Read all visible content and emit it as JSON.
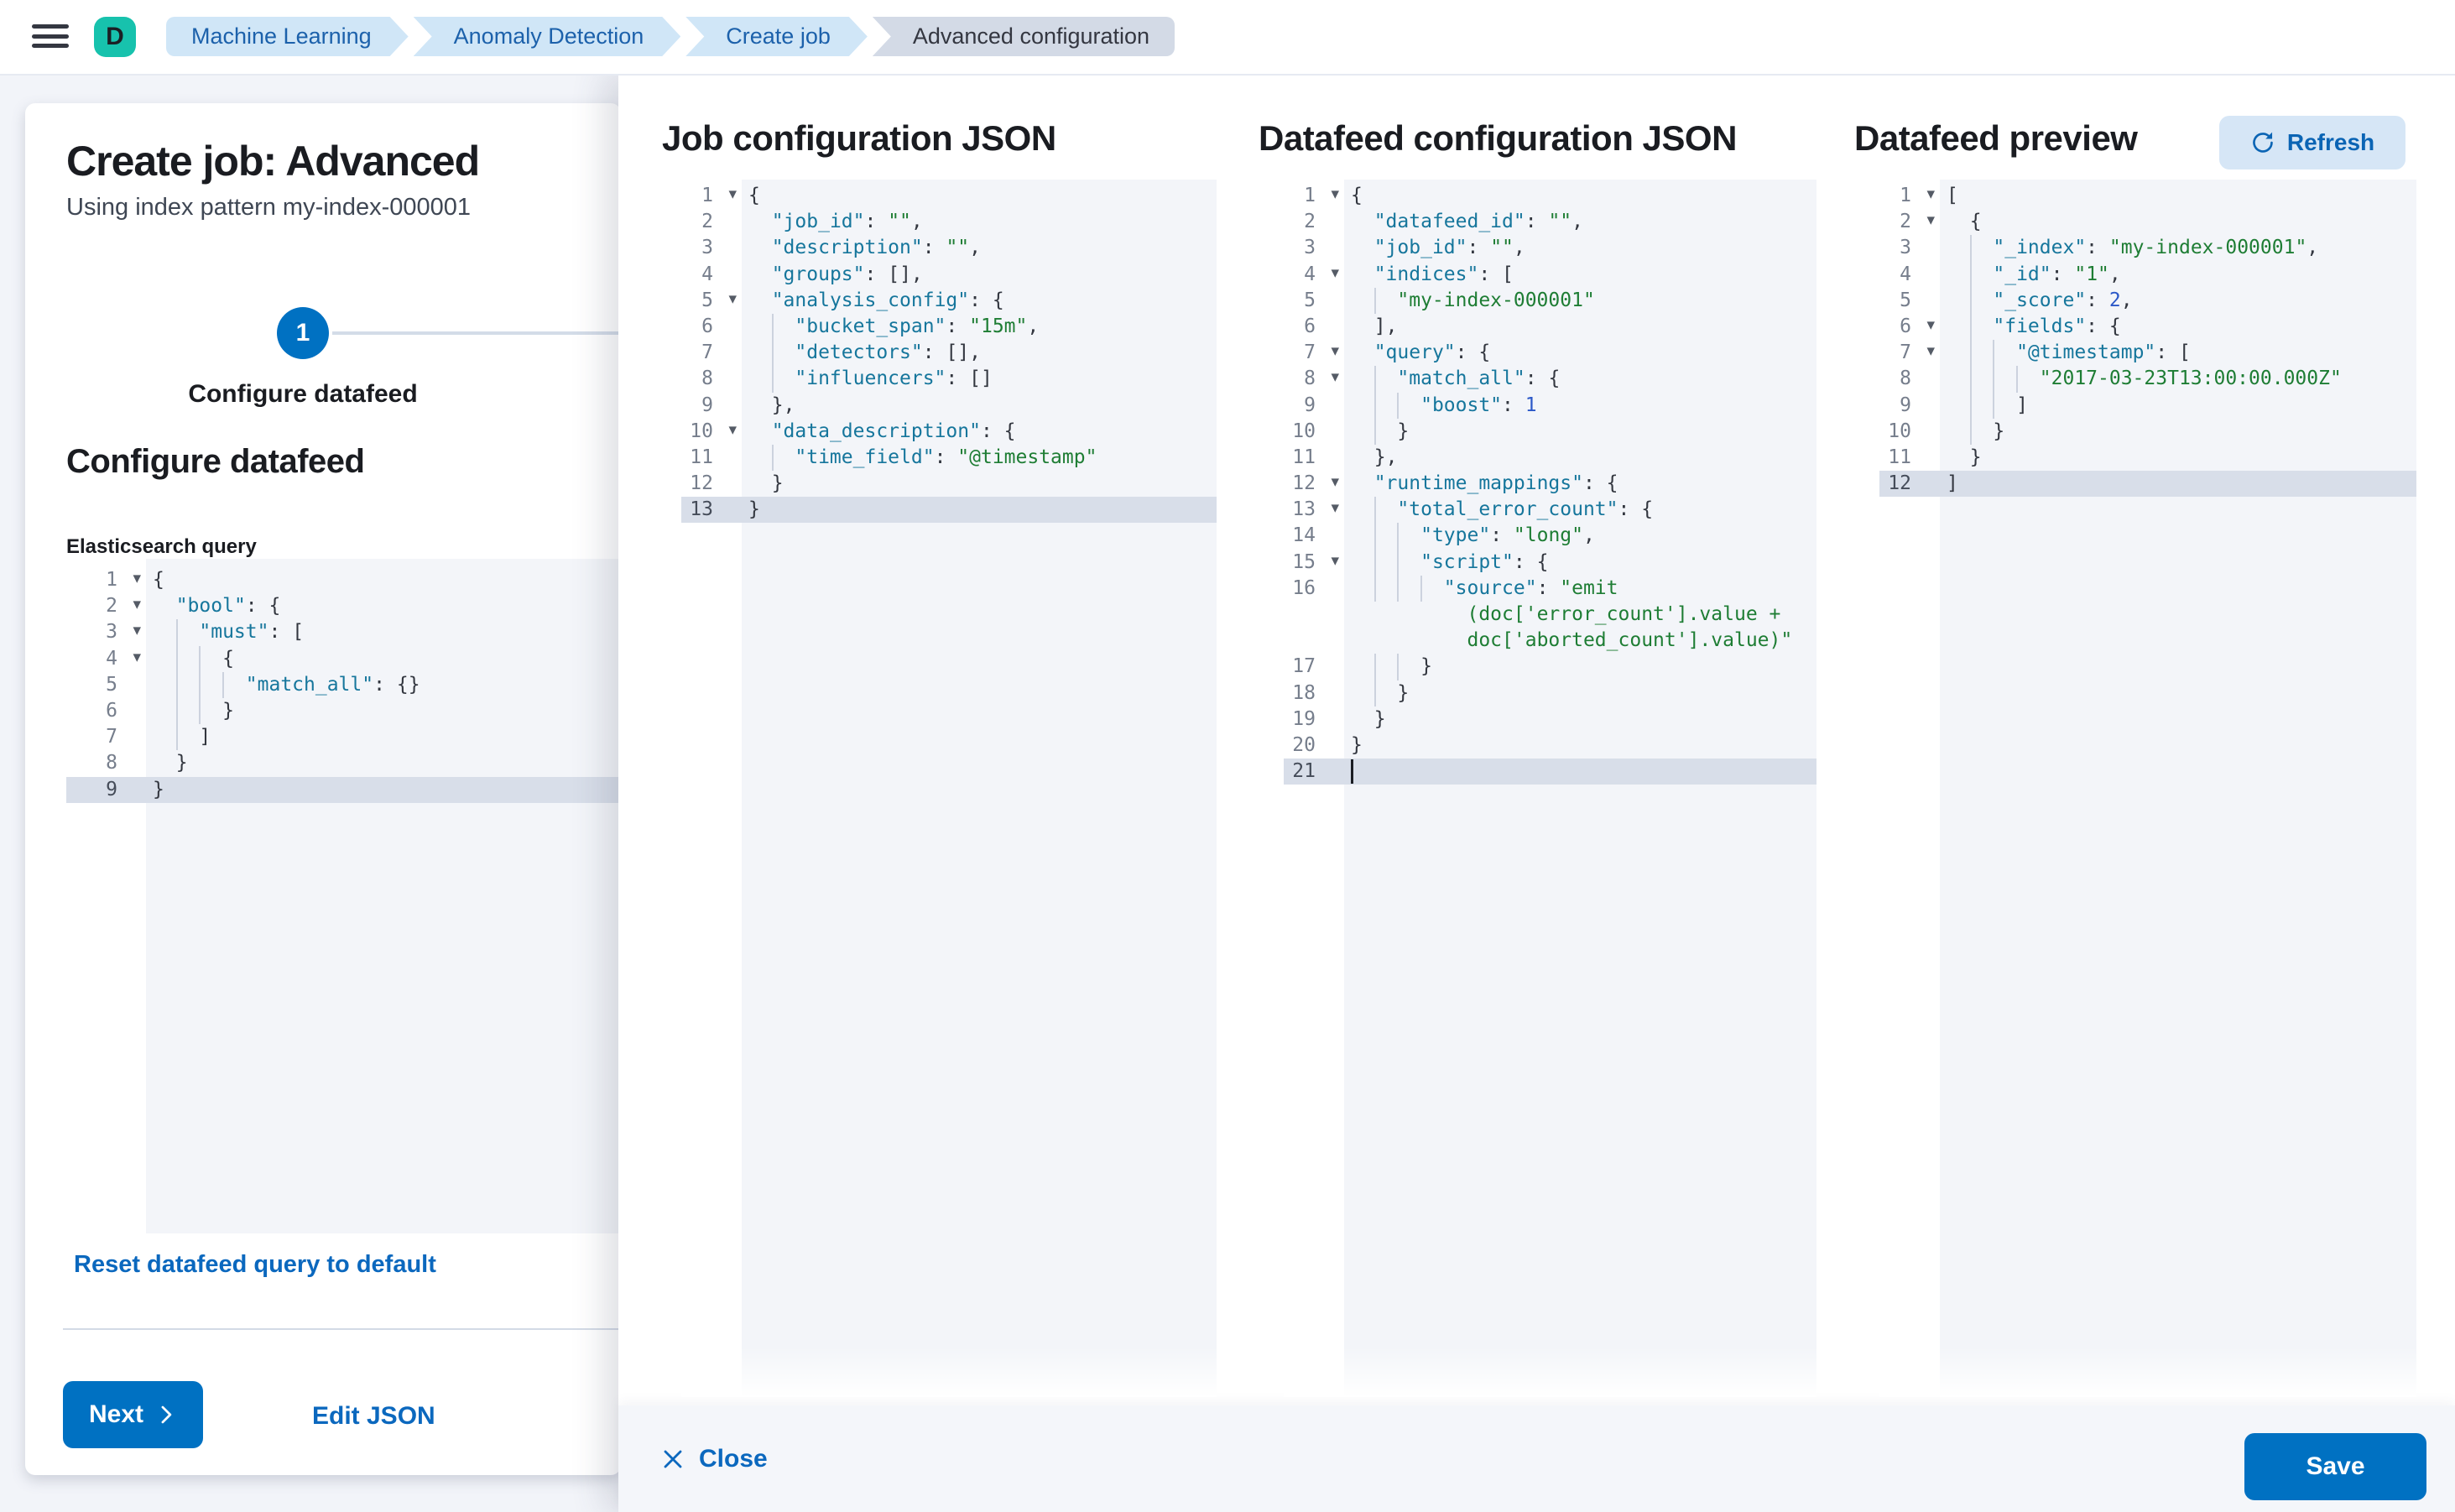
{
  "colors": {
    "primary": "#0071c2",
    "link": "#0b68be",
    "key": "#16769c",
    "string": "#1e7d34",
    "number": "#2b58c8",
    "punct": "#32363f",
    "editor_bg": "#f3f5f9",
    "gutter_bg": "#ffffff",
    "active_line": "#d8dee9",
    "guide": "#ccd2de",
    "breadcrumb_bg": "#d0e6f7",
    "breadcrumb_text": "#1c61ab",
    "breadcrumb_last_bg": "#d3dae6",
    "breadcrumb_last_text": "#343741",
    "avatar_bg": "#17c2ad",
    "refresh_bg": "#d6e6f6"
  },
  "header": {
    "avatar_initial": "D",
    "breadcrumbs": [
      {
        "label": "Machine Learning",
        "current": false
      },
      {
        "label": "Anomaly Detection",
        "current": false
      },
      {
        "label": "Create job",
        "current": false
      },
      {
        "label": "Advanced configuration",
        "current": true
      }
    ]
  },
  "wizard": {
    "title": "Create job: Advanced",
    "subtitle": "Using index pattern my-index-000001",
    "step_number": "1",
    "step_label": "Configure datafeed",
    "section_title": "Configure datafeed",
    "query_label": "Elasticsearch query",
    "reset_link": "Reset datafeed query to default",
    "next_label": "Next",
    "edit_json_label": "Edit JSON"
  },
  "flyout": {
    "job_title": "Job configuration JSON",
    "datafeed_title": "Datafeed configuration JSON",
    "preview_title": "Datafeed preview",
    "refresh_label": "Refresh",
    "close_label": "Close",
    "save_label": "Save"
  },
  "editors": {
    "es_query": {
      "lines": [
        {
          "n": 1,
          "f": 1,
          "t": "{"
        },
        {
          "n": 2,
          "f": 1,
          "t": "  \"bool\": {"
        },
        {
          "n": 3,
          "f": 1,
          "t": "    \"must\": ["
        },
        {
          "n": 4,
          "f": 1,
          "t": "      {"
        },
        {
          "n": 5,
          "t": "        \"match_all\": {}"
        },
        {
          "n": 6,
          "t": "      }"
        },
        {
          "n": 7,
          "t": "    ]"
        },
        {
          "n": 8,
          "t": "  }"
        },
        {
          "n": 9,
          "h": 1,
          "t": "}"
        }
      ]
    },
    "job": {
      "lines": [
        {
          "n": 1,
          "f": 1,
          "t": "{"
        },
        {
          "n": 2,
          "t": "  \"job_id\": \"\","
        },
        {
          "n": 3,
          "t": "  \"description\": \"\","
        },
        {
          "n": 4,
          "t": "  \"groups\": [],"
        },
        {
          "n": 5,
          "f": 1,
          "t": "  \"analysis_config\": {"
        },
        {
          "n": 6,
          "t": "    \"bucket_span\": \"15m\","
        },
        {
          "n": 7,
          "t": "    \"detectors\": [],"
        },
        {
          "n": 8,
          "t": "    \"influencers\": []"
        },
        {
          "n": 9,
          "t": "  },"
        },
        {
          "n": 10,
          "f": 1,
          "t": "  \"data_description\": {"
        },
        {
          "n": 11,
          "t": "    \"time_field\": \"@timestamp\""
        },
        {
          "n": 12,
          "t": "  }"
        },
        {
          "n": 13,
          "h": 1,
          "t": "}"
        }
      ]
    },
    "datafeed": {
      "lines": [
        {
          "n": 1,
          "f": 1,
          "t": "{"
        },
        {
          "n": 2,
          "t": "  \"datafeed_id\": \"\","
        },
        {
          "n": 3,
          "t": "  \"job_id\": \"\","
        },
        {
          "n": 4,
          "f": 1,
          "t": "  \"indices\": ["
        },
        {
          "n": 5,
          "t": "    \"my-index-000001\""
        },
        {
          "n": 6,
          "t": "  ],"
        },
        {
          "n": 7,
          "f": 1,
          "t": "  \"query\": {"
        },
        {
          "n": 8,
          "f": 1,
          "t": "    \"match_all\": {"
        },
        {
          "n": 9,
          "t": "      \"boost\": 1"
        },
        {
          "n": 10,
          "t": "    }"
        },
        {
          "n": 11,
          "t": "  },"
        },
        {
          "n": 12,
          "f": 1,
          "t": "  \"runtime_mappings\": {"
        },
        {
          "n": 13,
          "f": 1,
          "t": "    \"total_error_count\": {"
        },
        {
          "n": 14,
          "t": "      \"type\": \"long\","
        },
        {
          "n": 15,
          "f": 1,
          "t": "      \"script\": {"
        },
        {
          "n": 16,
          "ind": 8,
          "seg": [
            [
              "key",
              "\"source\""
            ],
            [
              "p",
              ": "
            ],
            [
              "str",
              "\"emit"
            ]
          ]
        },
        {
          "cont": 1,
          "ind": 10,
          "seg": [
            [
              "str",
              "(doc['error_count'].value +"
            ]
          ]
        },
        {
          "cont": 1,
          "ind": 10,
          "seg": [
            [
              "str",
              "doc['aborted_count'].value)\""
            ]
          ]
        },
        {
          "n": 17,
          "t": "      }"
        },
        {
          "n": 18,
          "t": "    }"
        },
        {
          "n": 19,
          "t": "  }"
        },
        {
          "n": 20,
          "t": "}"
        },
        {
          "n": 21,
          "h": 1,
          "c": 1,
          "t": ""
        }
      ]
    },
    "preview": {
      "lines": [
        {
          "n": 1,
          "f": 1,
          "t": "["
        },
        {
          "n": 2,
          "f": 1,
          "t": "  {"
        },
        {
          "n": 3,
          "t": "    \"_index\": \"my-index-000001\","
        },
        {
          "n": 4,
          "t": "    \"_id\": \"1\","
        },
        {
          "n": 5,
          "t": "    \"_score\": 2,"
        },
        {
          "n": 6,
          "f": 1,
          "t": "    \"fields\": {"
        },
        {
          "n": 7,
          "f": 1,
          "t": "      \"@timestamp\": ["
        },
        {
          "n": 8,
          "t": "        \"2017-03-23T13:00:00.000Z\""
        },
        {
          "n": 9,
          "t": "      ]"
        },
        {
          "n": 10,
          "t": "    }"
        },
        {
          "n": 11,
          "t": "  }"
        },
        {
          "n": 12,
          "h": 1,
          "t": "]"
        }
      ]
    }
  }
}
